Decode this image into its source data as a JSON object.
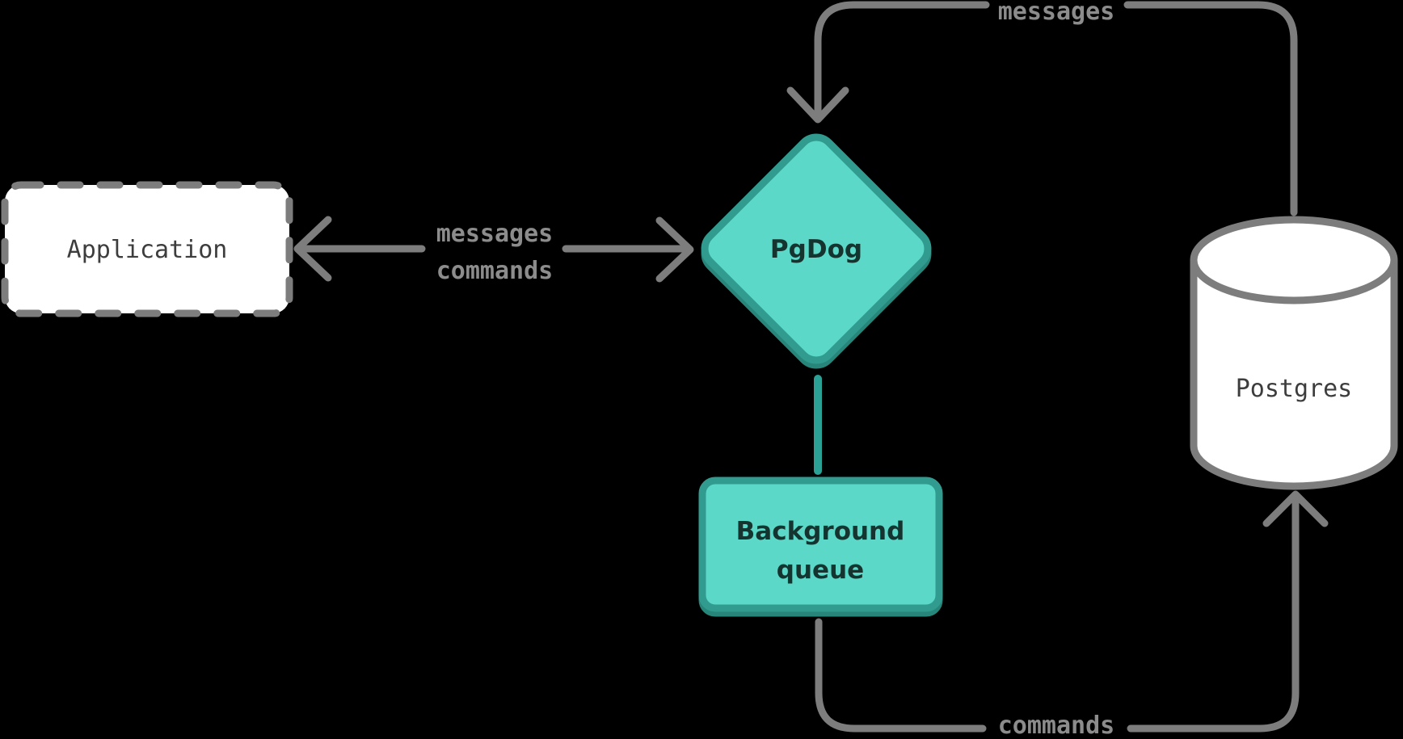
{
  "diagram": {
    "title": "PgDog message/command flow diagram",
    "nodes": {
      "application": {
        "label": "Application",
        "shape": "dashed-rectangle"
      },
      "pgdog": {
        "label": "PgDog",
        "shape": "diamond"
      },
      "background_queue": {
        "label_line1": "Background",
        "label_line2": "queue",
        "shape": "rectangle"
      },
      "postgres": {
        "label": "Postgres",
        "shape": "cylinder"
      }
    },
    "edges": {
      "app_pgdog_bidirectional": {
        "label_top": "messages",
        "label_bottom": "commands",
        "from": "PgDog",
        "to": "Application",
        "direction": "both"
      },
      "postgres_to_pgdog": {
        "label": "messages",
        "from": "Postgres",
        "to": "PgDog",
        "direction": "one-way"
      },
      "pgdog_to_queue": {
        "label": "",
        "from": "PgDog",
        "to": "Background queue",
        "direction": "plain"
      },
      "queue_to_postgres": {
        "label": "commands",
        "from": "Background queue",
        "to": "Postgres",
        "direction": "one-way"
      }
    },
    "colors": {
      "background": "#000000",
      "teal_fill": "#5bd8c8",
      "teal_border": "#309b8e",
      "teal_shadow": "#28857a",
      "teal_connector": "#2ba195",
      "line_gray": "#7d7d7d",
      "label_gray": "#8c8c8c",
      "mono_text_dark": "#3d3d3d",
      "teal_text_dark": "#16342f",
      "node_fill_white": "#ffffff"
    }
  }
}
